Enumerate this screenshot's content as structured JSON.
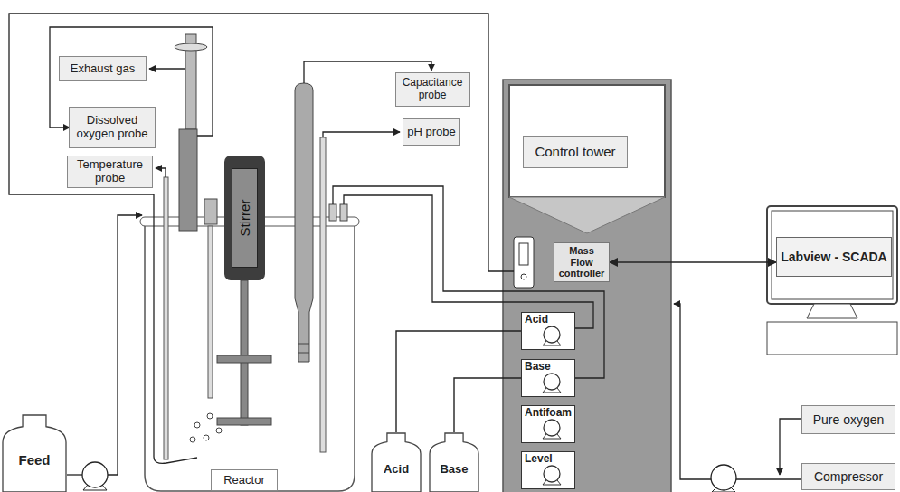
{
  "diagram": {
    "nodes": [
      {
        "text": [
          "Exhaust gas"
        ]
      },
      {
        "text": [
          "Dissolved oxygen probe"
        ]
      },
      {
        "text": [
          "Temperature probe"
        ]
      },
      {
        "text": [
          "Stirrer"
        ]
      },
      {
        "text": [
          "Capacitance probe"
        ]
      },
      {
        "text": [
          "pH probe"
        ]
      },
      {
        "text": [
          "Control tower"
        ]
      },
      {
        "text": [
          "Mass Flow controller"
        ]
      },
      {
        "text": [
          "Labview - SCADA"
        ]
      },
      {
        "text": [
          "Acid"
        ]
      },
      {
        "text": [
          "Base"
        ]
      },
      {
        "text": [
          "Antifoam"
        ]
      },
      {
        "text": [
          "Level"
        ]
      },
      {
        "text": [
          "Pure oxygen"
        ]
      },
      {
        "text": [
          "Compressor"
        ]
      },
      {
        "text": [
          "Feed"
        ]
      },
      {
        "text": [
          "Reactor"
        ]
      },
      {
        "text": [
          "Acid"
        ]
      },
      {
        "text": [
          "Base"
        ]
      }
    ],
    "edges": [
      {
        "from": 17,
        "to": 9,
        "arrow": "none"
      },
      {
        "from": 18,
        "to": 10,
        "arrow": "none"
      },
      {
        "from": 7,
        "to": 8,
        "arrow": "both"
      }
    ]
  }
}
